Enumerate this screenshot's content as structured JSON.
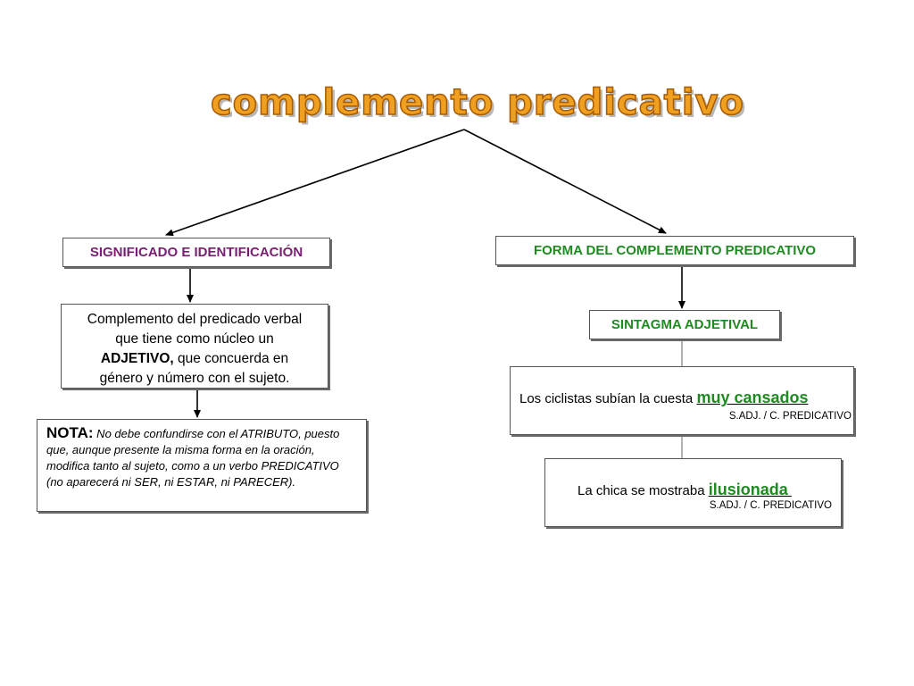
{
  "title": "complemento predicativo",
  "left": {
    "header": "SIGNIFICADO E IDENTIFICACIÓN",
    "definition": {
      "line1": "Complemento del predicado verbal",
      "line2": "que tiene como núcleo un",
      "bold": "ADJETIVO,",
      "line3_rest": " que concuerda en",
      "line4": "género y número con el sujeto."
    },
    "note": {
      "label": "NOTA:",
      "text": " No debe confundirse con el ATRIBUTO, puesto que, aunque presente la misma forma en la oración, modifica tanto al sujeto, como a un verbo PREDICATIVO (no aparecerá ni SER, ni ESTAR, ni PARECER)."
    }
  },
  "right": {
    "header": "FORMA DEL COMPLEMENTO PREDICATIVO",
    "subheader": "SINTAGMA ADJETIVAL",
    "example1": {
      "sentence": "Los ciclistas subían la cuesta",
      "highlight": "muy cansados",
      "tag": "S.ADJ. / C. PREDICATIVO"
    },
    "example2": {
      "sentence": "La chica se mostraba",
      "highlight": "ilusionada",
      "tag": "S.ADJ. / C. PREDICATIVO"
    }
  },
  "colors": {
    "title_fill": "#f0a020",
    "left_header": "#7a1e73",
    "right_header": "#1e8b20",
    "highlight": "#1e8b20"
  }
}
